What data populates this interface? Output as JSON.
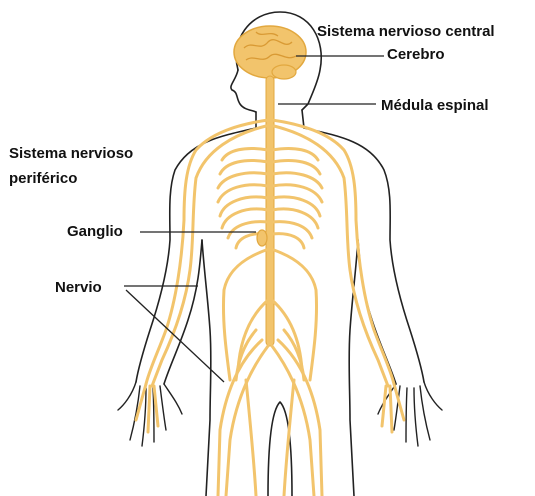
{
  "labels": {
    "central_title": "Sistema nervioso central",
    "brain": "Cerebro",
    "spinal_cord": "Médula espinal",
    "peripheral_line1": "Sistema nervioso",
    "peripheral_line2": "periférico",
    "ganglion": "Ganglio",
    "nerve": "Nervio"
  },
  "colors": {
    "nerve": "#f2c46c",
    "nerve_dark": "#e2a83f",
    "outline": "#222222",
    "leader": "#222222",
    "text": "#111111"
  }
}
